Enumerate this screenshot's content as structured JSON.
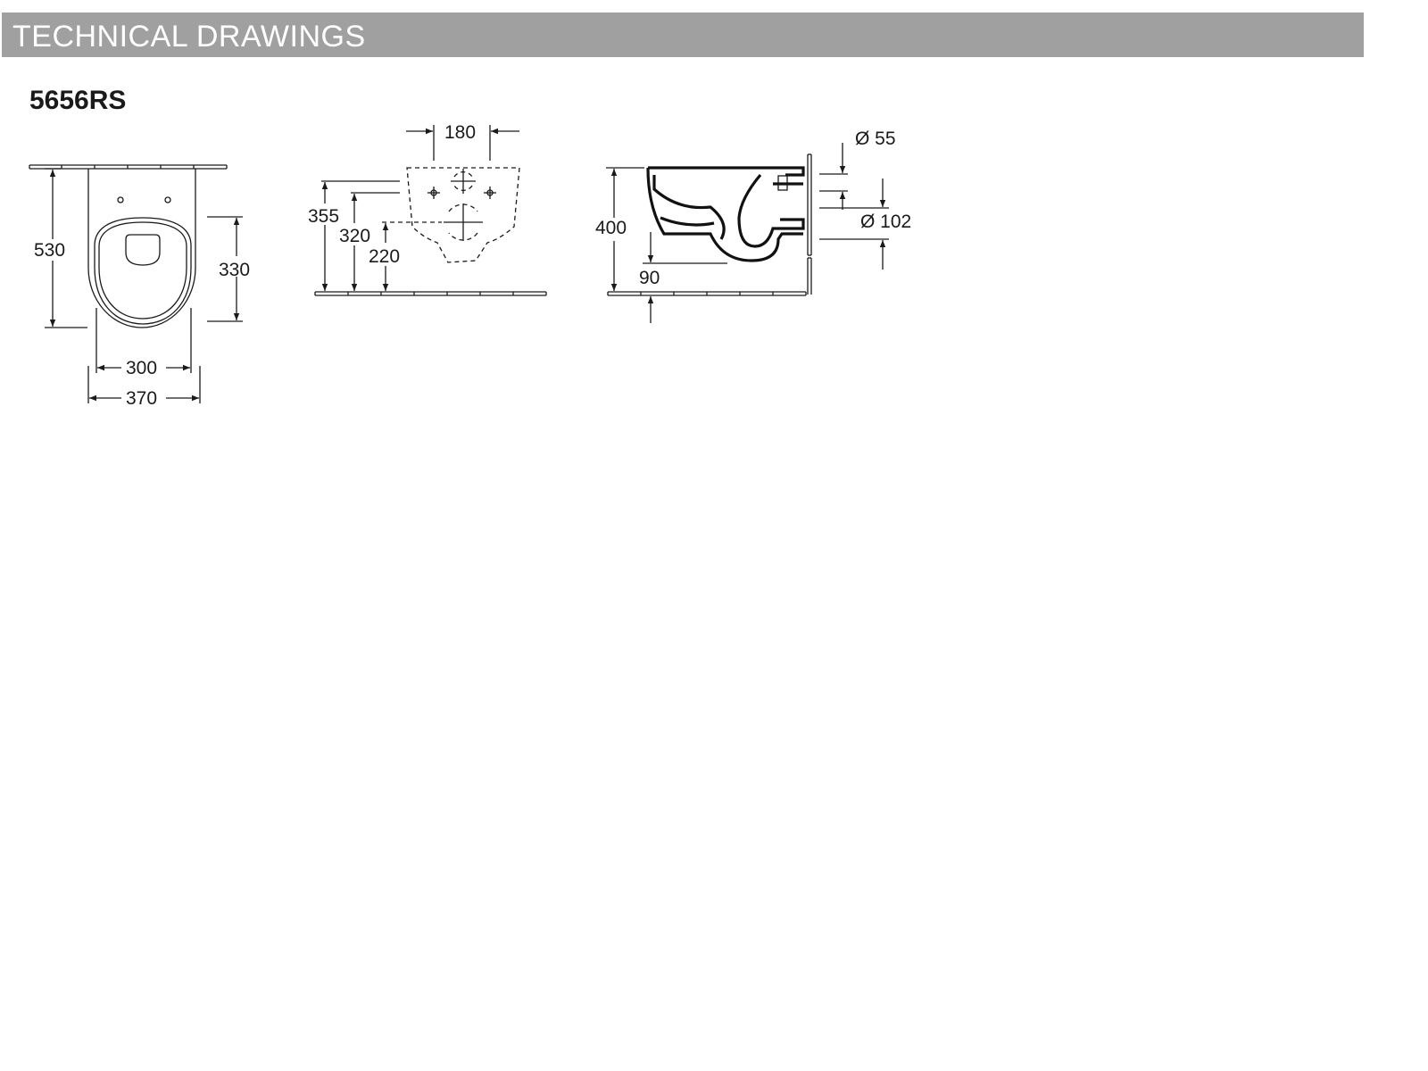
{
  "header": {
    "title": "TECHNICAL DRAWINGS"
  },
  "product": {
    "model": "5656RS"
  },
  "front_view": {
    "dimensions": {
      "length": "530",
      "rim_to_hinge": "330",
      "seat_width": "300",
      "total_width": "370"
    }
  },
  "wall_view": {
    "dimensions": {
      "fix_spacing": "180",
      "upper_fix_height": "355",
      "inlet_height": "320",
      "outlet_height": "220"
    }
  },
  "side_view": {
    "dimensions": {
      "inlet_diameter": "Ø 55",
      "outlet_diameter": "Ø 102",
      "rim_height": "400",
      "outlet_offset": "90"
    }
  }
}
